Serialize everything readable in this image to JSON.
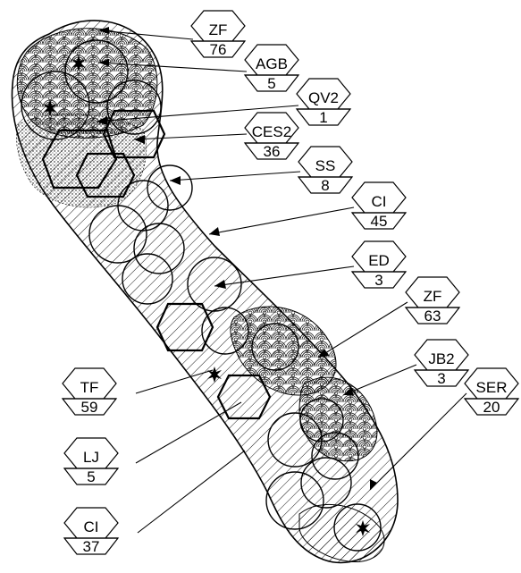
{
  "diagram": {
    "labels": [
      {
        "id": "zf-76",
        "code": "ZF",
        "value": "76"
      },
      {
        "id": "agb-5",
        "code": "AGB",
        "value": "5"
      },
      {
        "id": "qv2-1",
        "code": "QV2",
        "value": "1"
      },
      {
        "id": "ces2-36",
        "code": "CES2",
        "value": "36"
      },
      {
        "id": "ss-8",
        "code": "SS",
        "value": "8"
      },
      {
        "id": "ci-45",
        "code": "CI",
        "value": "45"
      },
      {
        "id": "ed-3",
        "code": "ED",
        "value": "3"
      },
      {
        "id": "zf-63",
        "code": "ZF",
        "value": "63"
      },
      {
        "id": "jb2-3",
        "code": "JB2",
        "value": "3"
      },
      {
        "id": "ser-20",
        "code": "SER",
        "value": "20"
      },
      {
        "id": "tf-59",
        "code": "TF",
        "value": "59"
      },
      {
        "id": "lj-5",
        "code": "LJ",
        "value": "5"
      },
      {
        "id": "ci-37",
        "code": "CI",
        "value": "37"
      }
    ]
  }
}
